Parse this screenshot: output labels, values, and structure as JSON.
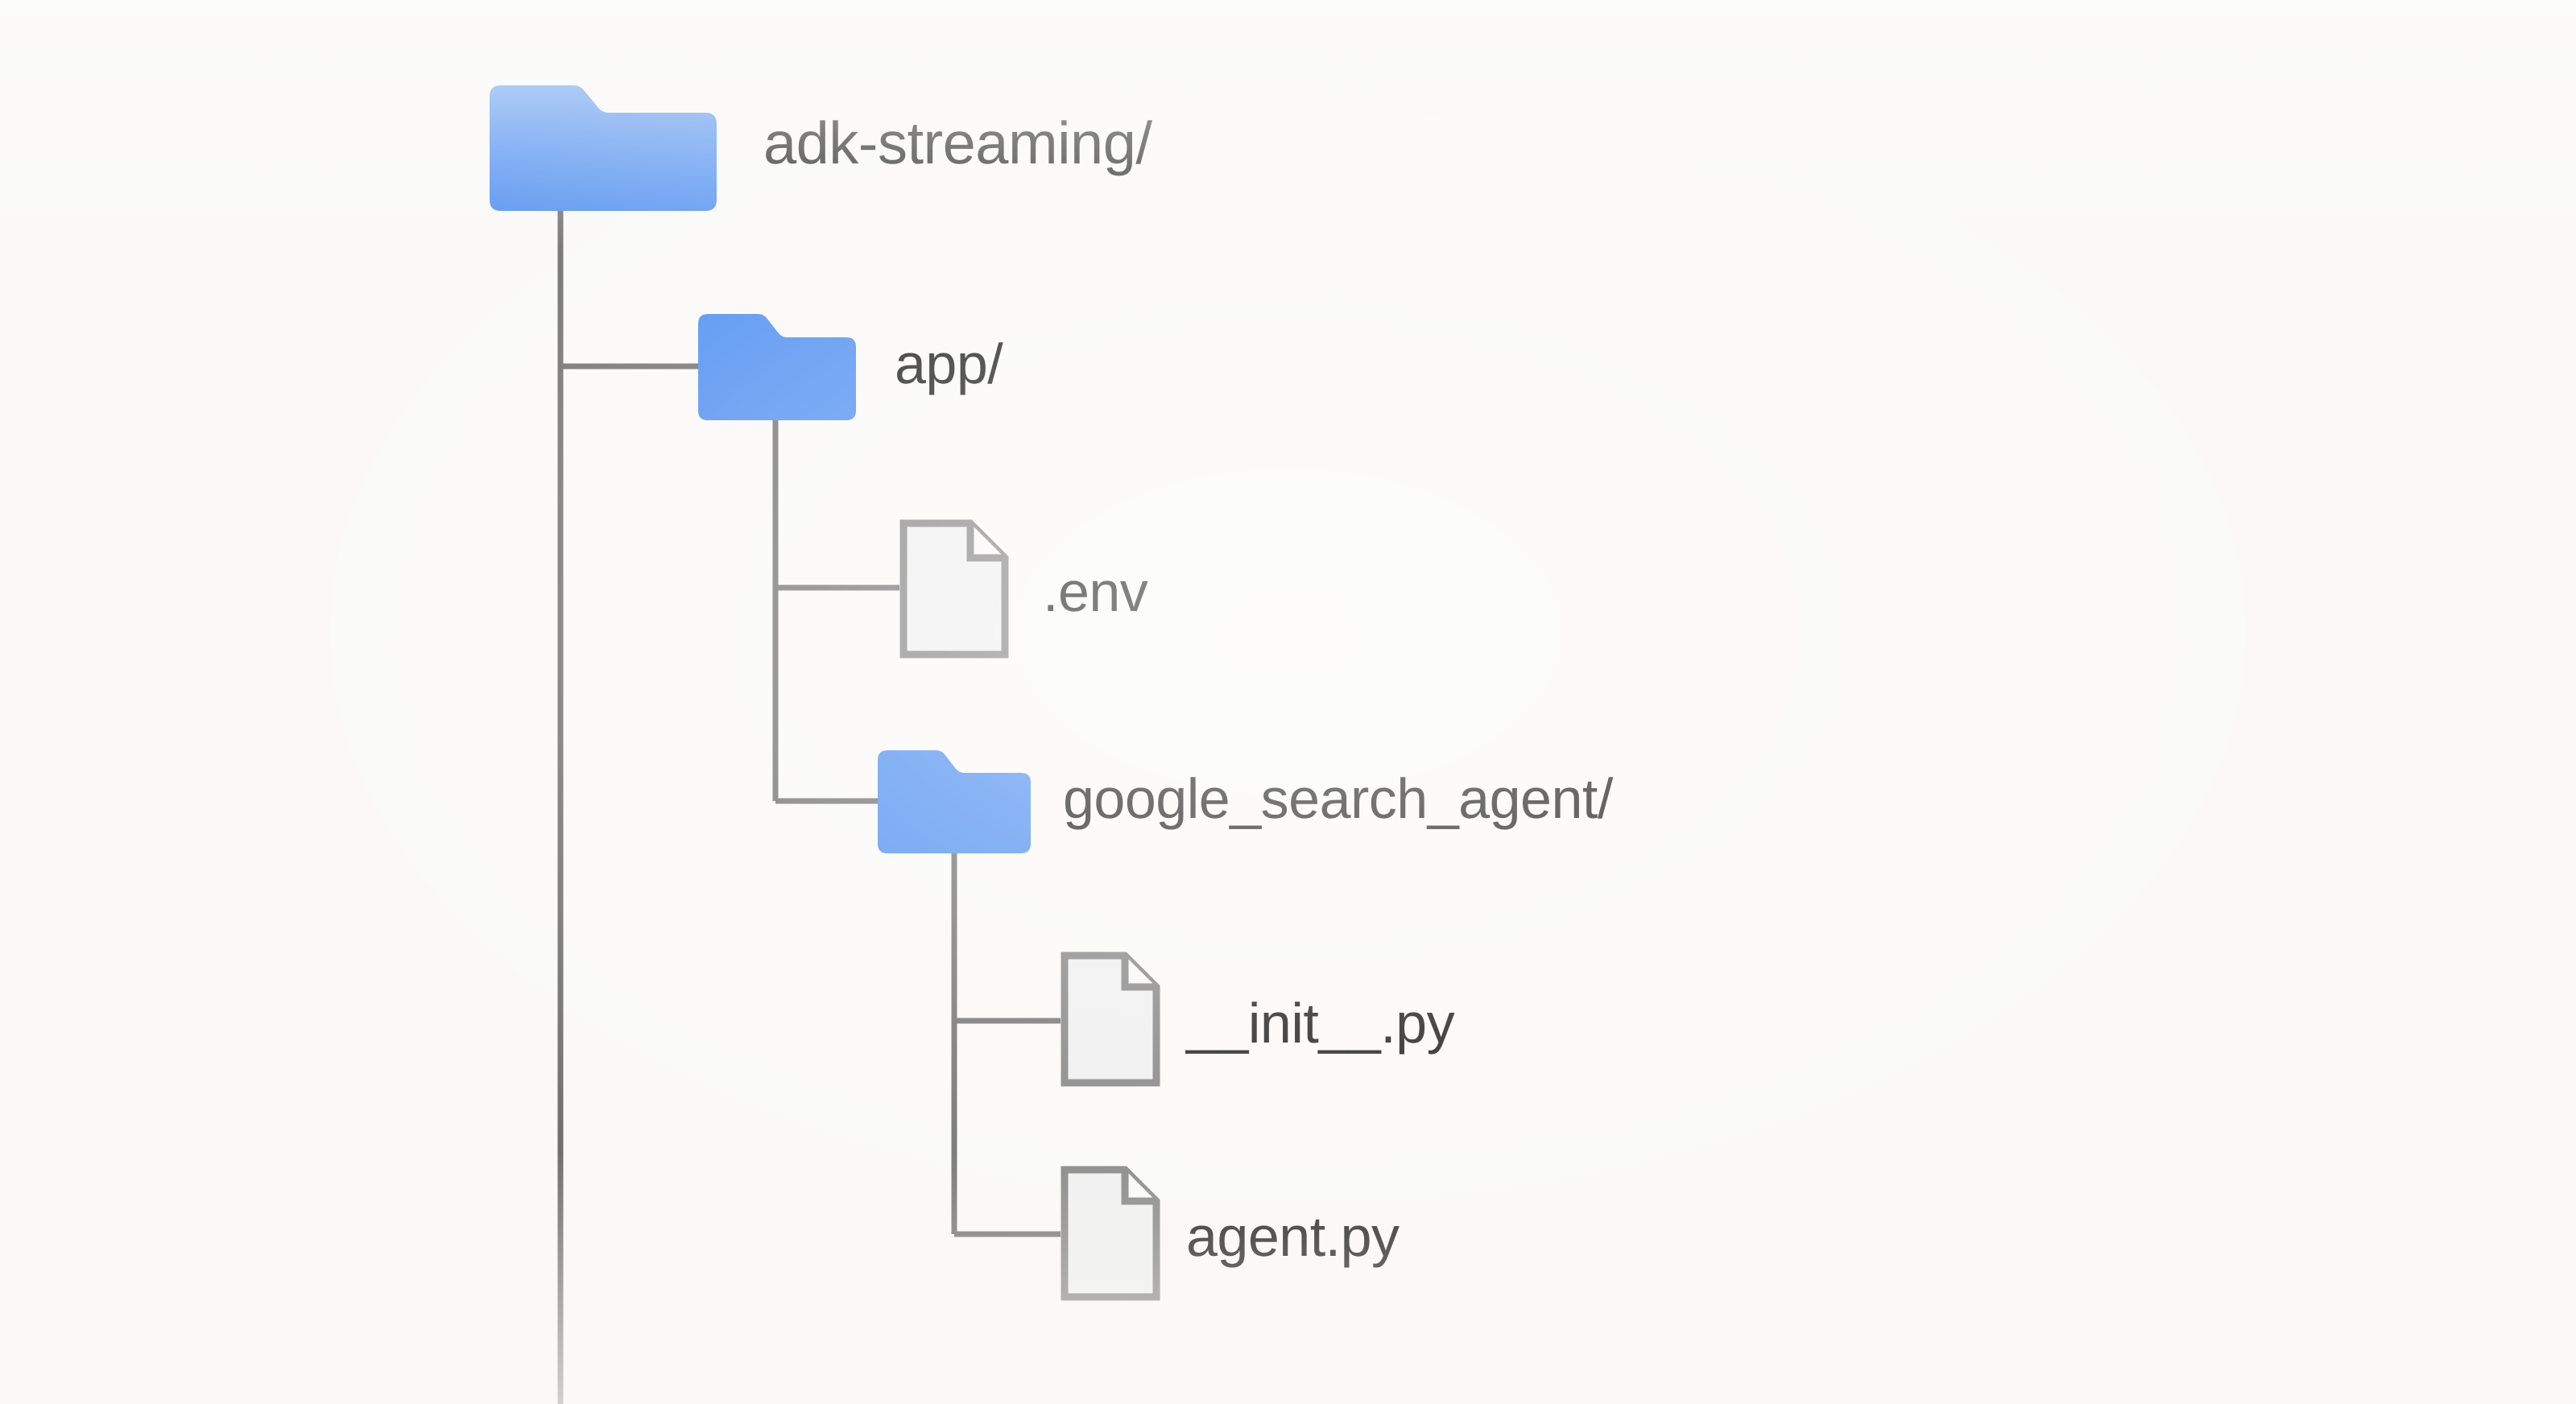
{
  "diagram": {
    "type": "file-tree",
    "title": "adk-streaming project structure",
    "background_color": "#faf9f7",
    "folder_color": "#4a8cf0",
    "file_fill_color": "#efefef",
    "file_stroke_color": "#808080",
    "connector_color": "#6f6f6f",
    "label_color": "#151515"
  },
  "tree": {
    "root": {
      "name": "adk-streaming/",
      "icon": "folder-icon",
      "kind": "folder",
      "depth": 0
    },
    "nodes": [
      {
        "name": "app/",
        "icon": "folder-icon",
        "kind": "folder",
        "depth": 1
      },
      {
        "name": ".env",
        "icon": "file-icon",
        "kind": "file",
        "depth": 2
      },
      {
        "name": "google_search_agent/",
        "icon": "folder-icon",
        "kind": "folder",
        "depth": 2
      },
      {
        "name": "__init__.py",
        "icon": "file-icon",
        "kind": "file",
        "depth": 3
      },
      {
        "name": "agent.py",
        "icon": "file-icon",
        "kind": "file",
        "depth": 3
      }
    ]
  }
}
